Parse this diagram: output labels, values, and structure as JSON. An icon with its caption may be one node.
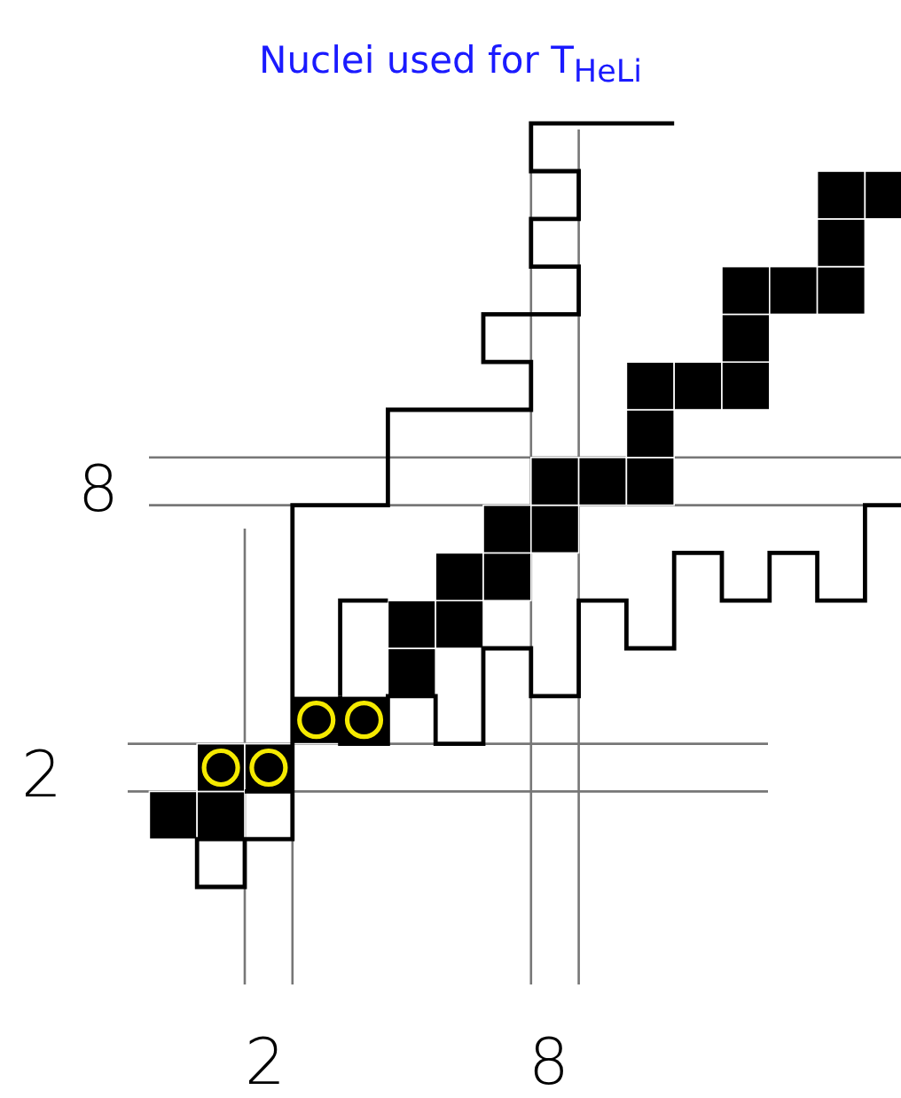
{
  "diagram": {
    "title": "Nuclei used for T$_{HeLi}$",
    "labels": [
      "8",
      "2",
      "2",
      "8"
    ]
  }
}
